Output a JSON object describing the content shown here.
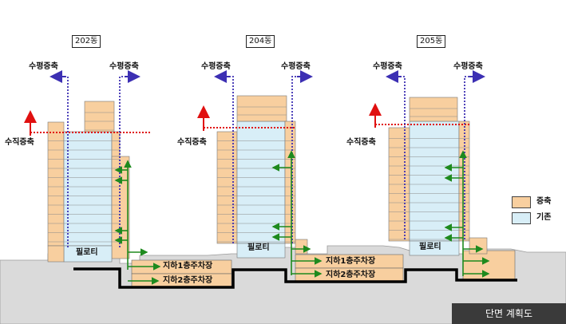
{
  "buildings": [
    {
      "name": "202동",
      "left_label": "수평증축",
      "right_label": "수평증축",
      "vertical_label": "수직증축",
      "piloti": "필로티"
    },
    {
      "name": "204동",
      "left_label": "수평증축",
      "right_label": "수평증축",
      "vertical_label": "수직증축",
      "piloti": "필로티"
    },
    {
      "name": "205동",
      "left_label": "수평증축",
      "right_label": "수평증축",
      "vertical_label": "수직증축",
      "piloti": "필로티"
    }
  ],
  "parking": [
    {
      "b1": "지하1층주차장",
      "b2": "지하2층주차장"
    },
    {
      "b1": "지하1층주차장",
      "b2": "지하2층주차장"
    }
  ],
  "legend": [
    {
      "label": "증축",
      "color": "#f8cf9f"
    },
    {
      "label": "기존",
      "color": "#d8eef7"
    }
  ],
  "caption": "단면 계획도",
  "colors": {
    "addition": "#f8cf9f",
    "existing": "#d8eef7",
    "ground": "#dadada",
    "arrow_green": "#1e8a1e",
    "arrow_red": "#e01010",
    "arrow_blue": "#3c2fb3"
  }
}
